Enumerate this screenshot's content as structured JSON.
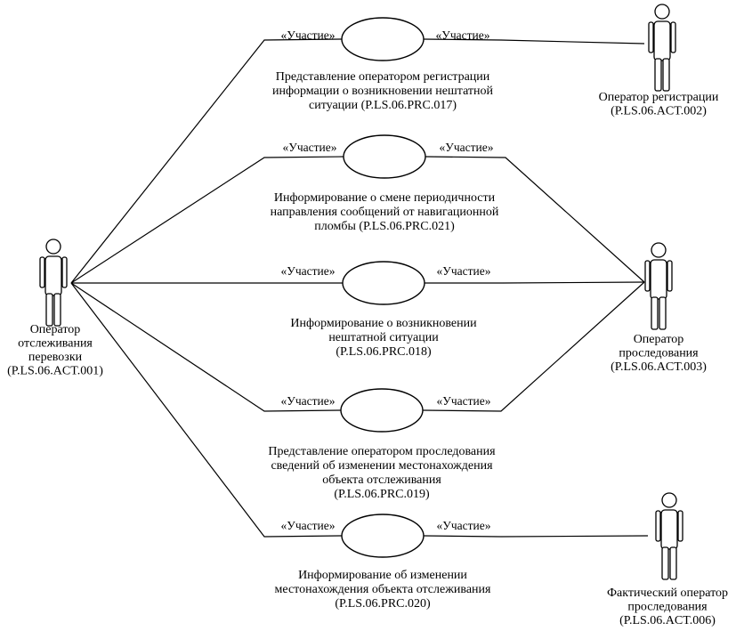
{
  "participation_label": "«Участие»",
  "actors": [
    {
      "id": "tracking",
      "lines": [
        "Оператор",
        "отслеживания",
        "перевозки",
        "(P.LS.06.ACT.001)"
      ]
    },
    {
      "id": "registration",
      "lines": [
        "Оператор регистрации",
        "(P.LS.06.ACT.002)"
      ]
    },
    {
      "id": "tracing",
      "lines": [
        "Оператор",
        "проследования",
        "(P.LS.06.ACT.003)"
      ]
    },
    {
      "id": "actual",
      "lines": [
        "Фактический оператор",
        "проследования",
        "(P.LS.06.ACT.006)"
      ]
    }
  ],
  "use_cases": [
    {
      "id": "prc017",
      "lines": [
        "Представление оператором регистрации",
        "информации о возникновении нештатной",
        "ситуации (P.LS.06.PRC.017)"
      ],
      "actor_right": "registration"
    },
    {
      "id": "prc021",
      "lines": [
        "Информирование о смене периодичности",
        "направления сообщений от навигационной",
        "пломбы  (P.LS.06.PRC.021)"
      ],
      "actor_right": "tracing"
    },
    {
      "id": "prc018",
      "lines": [
        "Информирование о возникновении",
        "нештатной ситуации",
        "(P.LS.06.PRC.018)"
      ],
      "actor_right": "tracing"
    },
    {
      "id": "prc019",
      "lines": [
        "Представление оператором проследования",
        "сведений об изменении местонахождения",
        "объекта отслеживания",
        "(P.LS.06.PRC.019)"
      ],
      "actor_right": "tracing"
    },
    {
      "id": "prc020",
      "lines": [
        "Информирование об изменении",
        "местонахождения объекта отслеживания",
        "(P.LS.06.PRC.020)"
      ],
      "actor_right": "actual"
    }
  ]
}
